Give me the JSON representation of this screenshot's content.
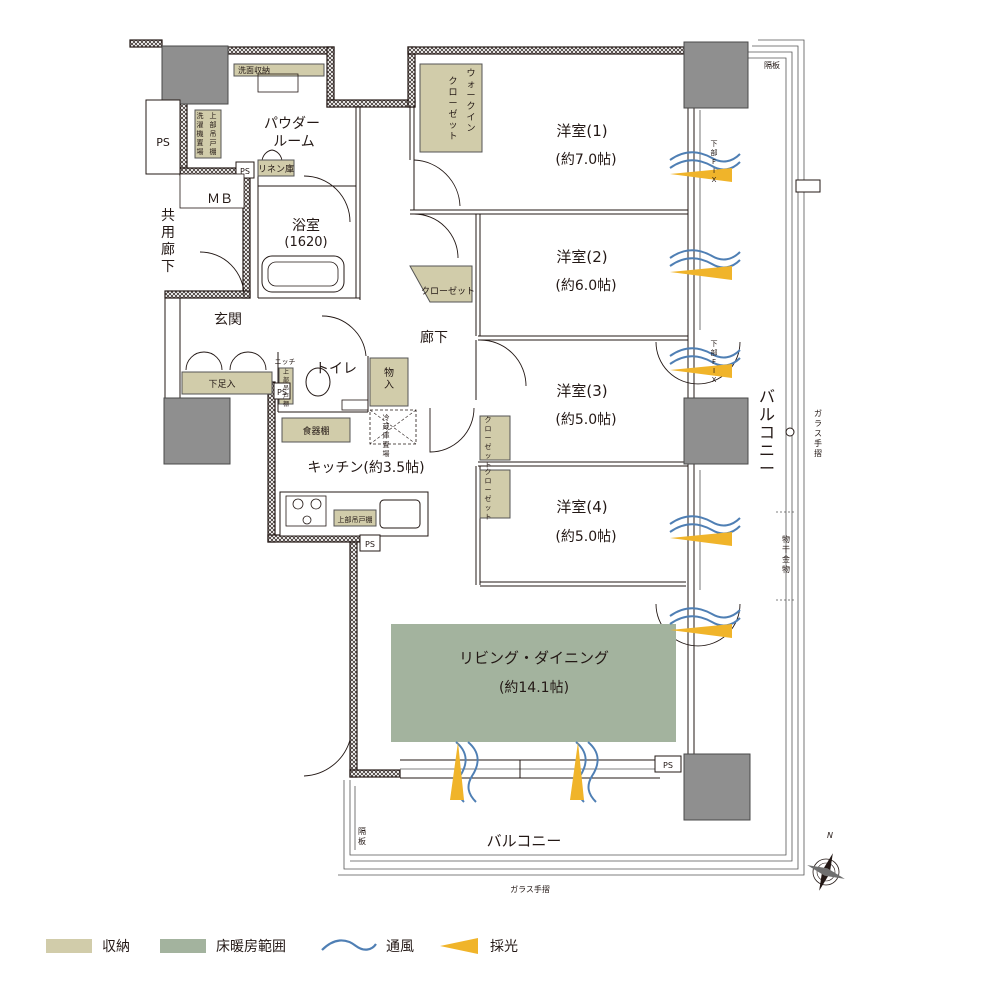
{
  "colors": {
    "storage": "#d1ccaa",
    "floor_heating": "#a3b39e",
    "ventilation": "#4f7fb4",
    "daylight": "#f0b42a",
    "wall": "#231815",
    "column": "#8f8f8f"
  },
  "rooms": {
    "western1": {
      "name": "洋室(1)",
      "size": "(約7.0帖)"
    },
    "western2": {
      "name": "洋室(2)",
      "size": "(約6.0帖)"
    },
    "western3": {
      "name": "洋室(3)",
      "size": "(約5.0帖)"
    },
    "western4": {
      "name": "洋室(4)",
      "size": "(約5.0帖)"
    },
    "living": {
      "name": "リビング・ダイニング",
      "size": "(約14.1帖)"
    },
    "kitchen": "キッチン(約3.5帖)",
    "powder1": "パウダー",
    "powder2": "ルーム",
    "bath": "浴室",
    "bath_size": "(1620)",
    "entrance": "玄関",
    "corridor": "廊下",
    "toilet": "トイレ",
    "mb": "ＭＢ",
    "common_corridor": [
      "共",
      "用",
      "廊",
      "下"
    ]
  },
  "labels": {
    "washroom_storage": "洗面収納",
    "laundry": [
      "洗",
      "濯",
      "機",
      "置",
      "場"
    ],
    "upper_cabinet": [
      "上",
      "部",
      "吊",
      "戸",
      "棚"
    ],
    "linen": "リネン庫",
    "walkin": [
      "ウ",
      "ォ",
      "ー",
      "ク",
      "イ",
      "ン"
    ],
    "walkin_closet": [
      "ク",
      "ロ",
      "ー",
      "ゼ",
      "ッ",
      "ト"
    ],
    "closet2": "クローゼット",
    "closet_v": [
      "ク",
      "ロ",
      "ー",
      "ゼ",
      "ッ",
      "ト"
    ],
    "shoe_storage": "下足入",
    "niche": "ニッチ",
    "storage_short": [
      "物",
      "入"
    ],
    "fridge": [
      "冷",
      "蔵",
      "庫",
      "置",
      "場"
    ],
    "cupboard": "食器棚",
    "kitchen_upper": "上部吊戸棚",
    "ps": "PS",
    "partition": "隔板",
    "glass_railing": "ガラス手摺",
    "glass_railing_v": [
      "ガ",
      "ラ",
      "ス",
      "手",
      "摺"
    ],
    "balcony_bottom": "バルコニー",
    "balcony_right": [
      "バ",
      "ル",
      "コ",
      "ニ",
      "ー"
    ],
    "drying_hardware": [
      "物",
      "干",
      "金",
      "物"
    ],
    "fix": [
      "下",
      "部",
      "F",
      "I",
      "X"
    ],
    "north": "N"
  },
  "legend": {
    "storage": "収納",
    "floor_heating": "床暖房範囲",
    "ventilation": "通風",
    "daylight": "採光"
  }
}
